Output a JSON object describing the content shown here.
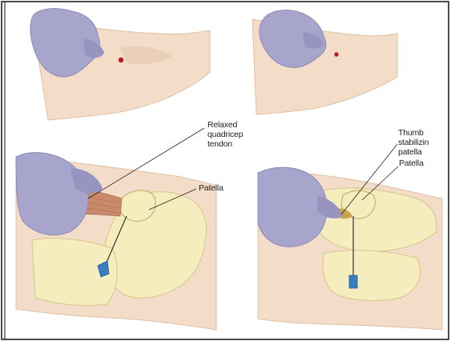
{
  "labels": {
    "relaxed_tendon": "Relaxed\nquadricep\ntendon",
    "patella_left": "Patella",
    "thumb_stabilizing": "Thumb stabilizin\npatella",
    "patella_right": "Patella"
  },
  "colors": {
    "skin": "#f3ddc9",
    "skin_shadow": "#e7c3a6",
    "glove": "#a8a5cc",
    "glove_shadow": "#8c88b6",
    "bone": "#f6edbf",
    "bone_outline": "#d6c68a",
    "tendon": "#c98a6c",
    "joint_space": "#c9a24a",
    "puncture": "#c0171c",
    "needle_hub": "#3a7fc2",
    "frame": "#111111"
  }
}
